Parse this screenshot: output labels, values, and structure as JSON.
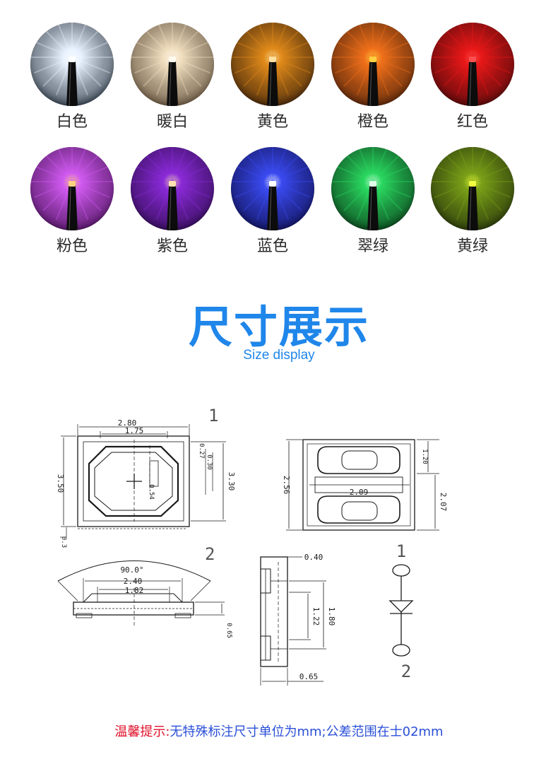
{
  "colors": [
    {
      "label": "白色",
      "bg": "#1a2430",
      "glow": "#e8f2ff",
      "core": "#ffffff"
    },
    {
      "label": "暖白",
      "bg": "#4a3a28",
      "glow": "#f2dfc0",
      "core": "#fffaf0"
    },
    {
      "label": "黄色",
      "bg": "#2a1608",
      "glow": "#e08a1a",
      "core": "#ffe0a0"
    },
    {
      "label": "橙色",
      "bg": "#3a1808",
      "glow": "#f0701a",
      "core": "#ffd040"
    },
    {
      "label": "红色",
      "bg": "#3a0608",
      "glow": "#e81818",
      "core": "#ff5050"
    },
    {
      "label": "粉色",
      "bg": "#3a0a48",
      "glow": "#d05af0",
      "core": "#ffd080"
    },
    {
      "label": "紫色",
      "bg": "#240840",
      "glow": "#8a2ad8",
      "core": "#ffe0b0"
    },
    {
      "label": "蓝色",
      "bg": "#0a0a40",
      "glow": "#3a4af0",
      "core": "#ffffff"
    },
    {
      "label": "翠绿",
      "bg": "#062a10",
      "glow": "#2ad860",
      "core": "#e0ffe8"
    },
    {
      "label": "黄绿",
      "bg": "#1a2408",
      "glow": "#7aa018",
      "core": "#f0ff40"
    }
  ],
  "section": {
    "title": "尺寸展示",
    "subtitle": "Size display"
  },
  "drawing": {
    "top_view": {
      "pin_mark": "1",
      "dim_w": "2.80",
      "dim_inner": "1.75",
      "dim_h": "3.50",
      "dim_h_right": "3.30",
      "dim_a": "0.27",
      "dim_b": "0.30",
      "dim_c": "0.54",
      "dim_base": "0.3"
    },
    "bottom_view": {
      "pin_mark": "2",
      "dim_h": "2.56",
      "dim_pad": "2.09",
      "dim_top": "1.20",
      "dim_right": "2.07"
    },
    "front_view": {
      "angle": "90.0°",
      "dim_w": "2.40",
      "dim_inner": "1.82",
      "dim_h": "0.65"
    },
    "side_view": {
      "dim_top": "0.40",
      "dim_outer": "1.80",
      "dim_inner": "1.22",
      "dim_w": "0.65"
    },
    "schematic": {
      "pin1": "1",
      "pin2": "2"
    }
  },
  "note": {
    "lead": "温馨提示:",
    "body": "无特殊标注尺寸单位为mm;公差范围在士02mm"
  }
}
